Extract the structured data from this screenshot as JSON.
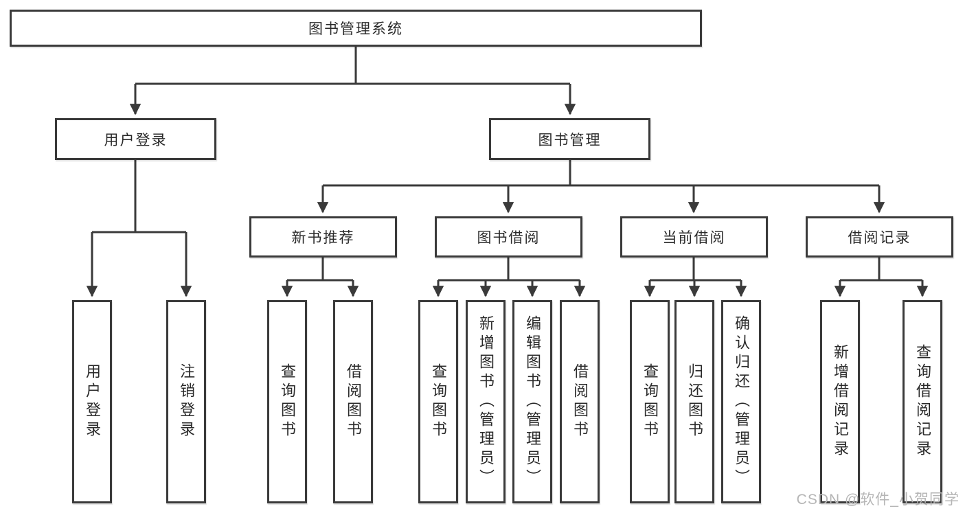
{
  "colors": {
    "line": "#3a3a3a",
    "box_border": "#3a3a3a",
    "box_bg": "#ffffff",
    "text": "#2a2a2a",
    "watermark": "#b5b5b5",
    "page_bg": "#ffffff"
  },
  "watermark": {
    "text": "CSDN @软件_小贺同学"
  },
  "nodes": {
    "root": "图书管理系统",
    "login": "用户登录",
    "management": "图书管理",
    "recommend": "新书推荐",
    "borrow": "图书借阅",
    "current": "当前借阅",
    "records": "借阅记录",
    "leaves": {
      "login": [
        "用户登录",
        "注销登录"
      ],
      "recommend": [
        "查询图书",
        "借阅图书"
      ],
      "borrow": [
        "查询图书",
        "新增图书（管理员）",
        "编辑图书（管理员）",
        "借阅图书"
      ],
      "current": [
        "查询图书",
        "归还图书",
        "确认归还（管理员）"
      ],
      "records": [
        "新增借阅记录",
        "查询借阅记录"
      ]
    }
  }
}
